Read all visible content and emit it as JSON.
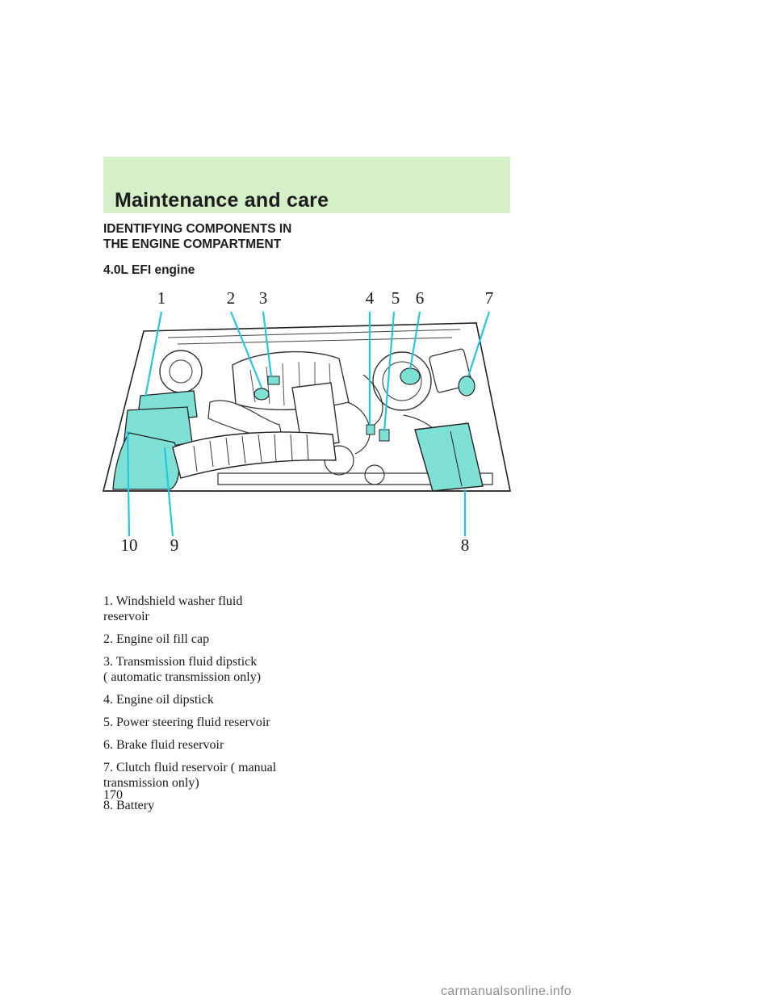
{
  "header": {
    "title": "Maintenance and care"
  },
  "section": {
    "heading_line1": "IDENTIFYING COMPONENTS IN",
    "heading_line2": "THE ENGINE COMPARTMENT",
    "engine": "4.0L EFI engine"
  },
  "figure": {
    "callouts": [
      "1",
      "2",
      "3",
      "4",
      "5",
      "6",
      "7",
      "8",
      "9",
      "10"
    ],
    "highlight_color": "#7fe0d6",
    "leader_color": "#24c6e0"
  },
  "legend": {
    "items": [
      {
        "line1": "1. Windshield washer fluid",
        "line2": "reservoir"
      },
      {
        "line1": "2. Engine oil fill cap",
        "line2": ""
      },
      {
        "line1": "3. Transmission fluid dipstick",
        "line2": "( automatic transmission only)"
      },
      {
        "line1": "4. Engine oil dipstick",
        "line2": ""
      },
      {
        "line1": "5. Power steering fluid reservoir",
        "line2": ""
      },
      {
        "line1": "6. Brake fluid reservoir",
        "line2": ""
      },
      {
        "line1": "7. Clutch fluid reservoir ( manual",
        "line2": "transmission only)"
      },
      {
        "line1": "8. Battery",
        "line2": ""
      }
    ]
  },
  "page": {
    "number": "170"
  },
  "watermark": {
    "text": "carmanualsonline.info"
  }
}
